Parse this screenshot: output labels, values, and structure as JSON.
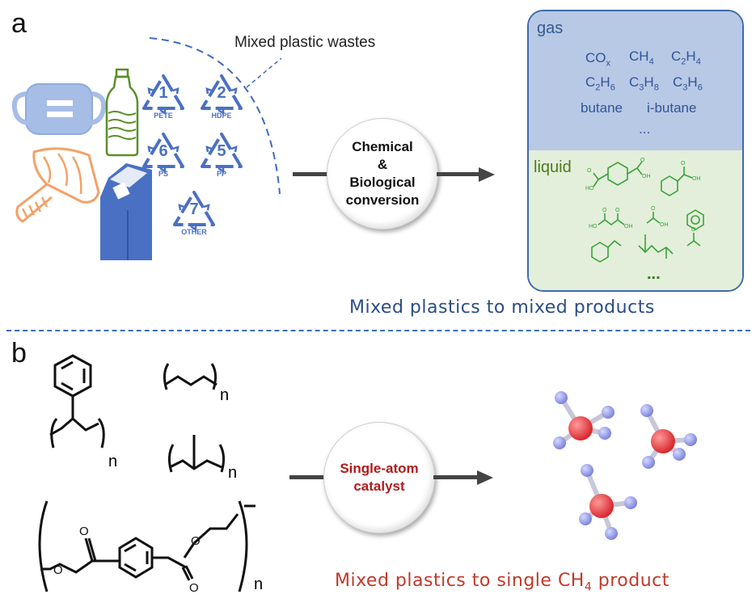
{
  "panel_a": {
    "letter": "a",
    "waste_label": "Mixed plastic wastes",
    "recycle_codes": [
      {
        "num": "1",
        "label": "PETE"
      },
      {
        "num": "2",
        "label": "HDPE"
      },
      {
        "num": "6",
        "label": "PS"
      },
      {
        "num": "5",
        "label": "PP"
      },
      {
        "num": "7",
        "label": "OTHER"
      }
    ],
    "process_text": "Chemical\n&\nBiological\nconversion",
    "gas_label": "gas",
    "gas_rows": [
      [
        "CO",
        "x"
      ],
      [
        "CH",
        "4"
      ],
      [
        "C",
        "2",
        "H",
        "4"
      ],
      [
        "C",
        "2",
        "H",
        "6"
      ],
      [
        "C",
        "3",
        "H",
        "8"
      ],
      [
        "C",
        "3",
        "H",
        "6"
      ]
    ],
    "gas_words": [
      "butane",
      "i-butane",
      "..."
    ],
    "liquid_label": "liquid",
    "liquid_more": "...",
    "caption": "Mixed plastics to mixed products",
    "colors": {
      "gas_bg": "#b8c9e6",
      "liquid_bg": "#e3efda",
      "box_border": "#3f6aa8",
      "icon_blue": "#4a70c4",
      "caption_blue": "#2a4d85",
      "struct_green": "#3aa23a"
    }
  },
  "panel_b": {
    "letter": "b",
    "subscript_n": "n",
    "catalyst_text": "Single-atom\ncatalyst",
    "caption_prefix": "Mixed plastics to single CH",
    "caption_sub": "4",
    "caption_suffix": " product",
    "colors": {
      "catalyst_text": "#b31b1b",
      "caption_red": "#c0392b",
      "carbon": "#e8474a",
      "hydrogen": "#9aa0ea"
    }
  }
}
